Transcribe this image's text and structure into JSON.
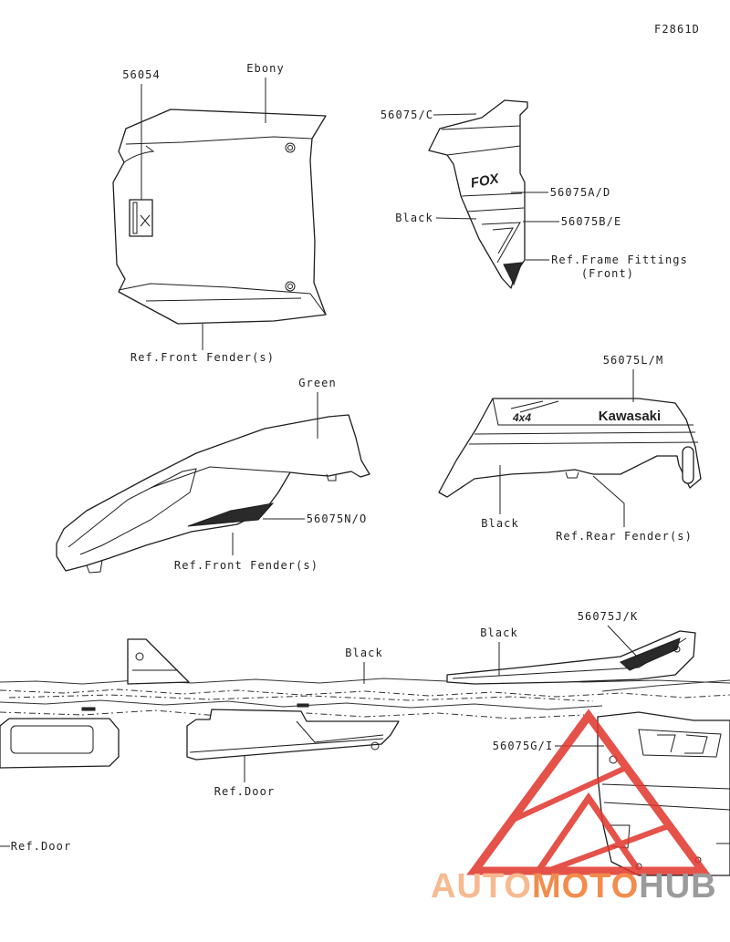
{
  "diagram_code": "F2861D",
  "labels": {
    "hood_part": "56054",
    "hood_color": "Ebony",
    "hood_ref": "Ref.Front Fender(s)",
    "frame_part_c": "56075/C",
    "frame_part_ad": "56075A/D",
    "frame_color": "Black",
    "frame_part_be": "56075B/E",
    "frame_ref_line1": "Ref.Frame Fittings",
    "frame_ref_line2": "(Front)",
    "front_fender_color": "Green",
    "front_fender_part": "56075N/O",
    "front_fender_ref": "Ref.Front Fender(s)",
    "rear_fender_part": "56075L/M",
    "rear_fender_color": "Black",
    "rear_fender_ref": "Ref.Rear Fender(s)",
    "side_upper_color": "Black",
    "side_part_jk": "56075J/K",
    "side_mid_color": "Black",
    "side_part_gi": "56075G/I",
    "door_ref_center": "Ref.Door",
    "door_ref_left": "Ref.Door"
  },
  "decal_lettering": {
    "fox": "FOX",
    "four_by_four": "4x4",
    "kawasaki": "Kawasaki"
  },
  "watermark": {
    "auto": "AUTO",
    "moto": "MOTO",
    "hub": "HUB"
  },
  "colors": {
    "line": "#222222",
    "watermark_red": "#e0352b",
    "watermark_auto": "#f7b98f",
    "watermark_moto": "#f28c4c",
    "watermark_hub": "#9b9b9b"
  }
}
